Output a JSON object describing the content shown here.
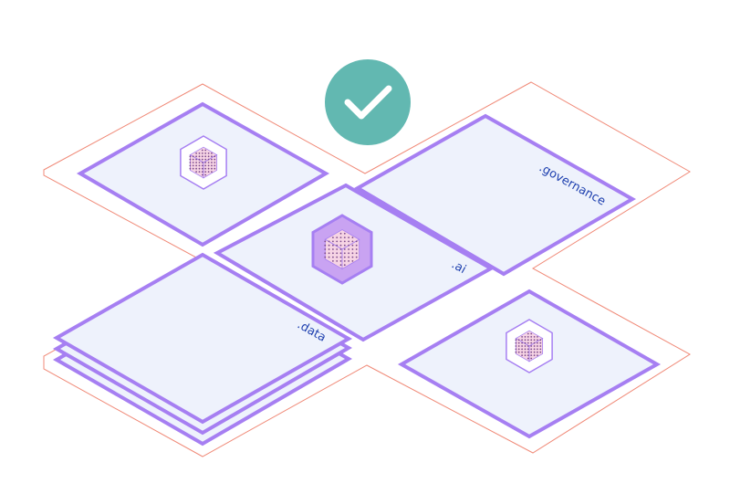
{
  "labels": {
    "governance": ".governance",
    "ai": ".ai",
    "data": ".data"
  },
  "icons": {
    "status": "checkmark-icon",
    "tile_top_left": "cube-icon",
    "tile_center": "cube-icon",
    "tile_bottom_right": "cube-icon"
  },
  "colors": {
    "tile_fill": "#eef2fc",
    "tile_stroke": "#a67ff2",
    "outline_stroke": "#f08a78",
    "check_circle": "#62b8b1",
    "label_text": "#1e40af",
    "cube_fill": "#f6d4e4",
    "cube_dots": "#7c4a8c",
    "hex_fill": "#c9a3f2"
  }
}
